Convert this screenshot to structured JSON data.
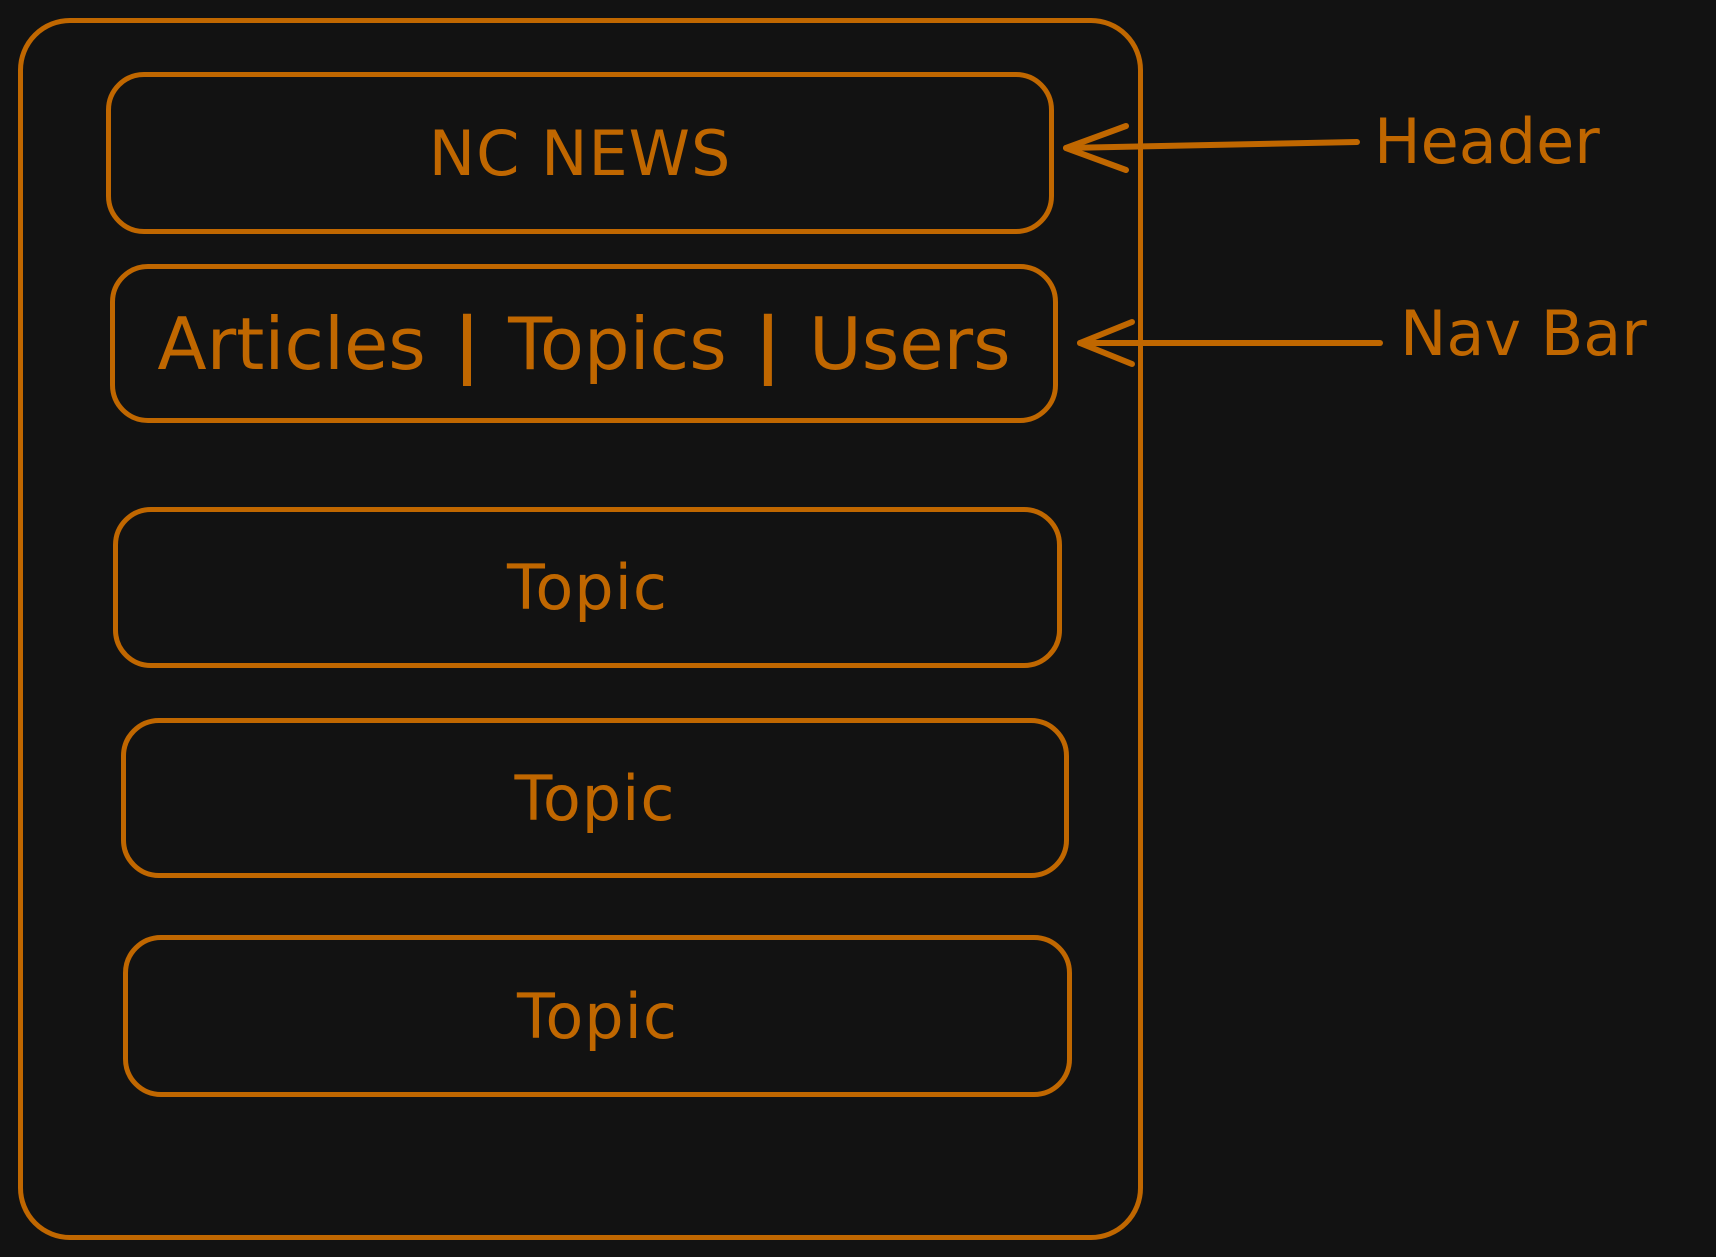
{
  "colors": {
    "background": "#121212",
    "stroke": "#c06700"
  },
  "header": {
    "title": "NC NEWS"
  },
  "nav": {
    "items": [
      "Articles",
      "Topics",
      "Users"
    ],
    "separator": "|"
  },
  "topics": [
    {
      "label": "Topic"
    },
    {
      "label": "Topic"
    },
    {
      "label": "Topic"
    }
  ],
  "annotations": {
    "header_label": "Header",
    "nav_label": "Nav Bar"
  }
}
